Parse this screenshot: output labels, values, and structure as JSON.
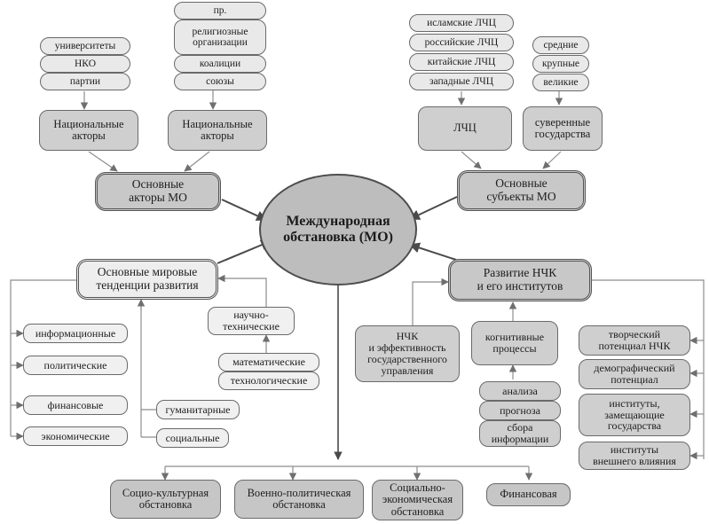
{
  "center": "Международная\nобстановка (МО)",
  "left_actors": {
    "ngo_items": [
      "университеты",
      "НКО",
      "партии"
    ],
    "box_a": "Национальные\nакторы",
    "org_items": [
      "пр.",
      "религиозные\nорганизации",
      "коалиции",
      "союзы"
    ],
    "box_b": "Национальные\nакторы",
    "main": "Основные\nакторы МО"
  },
  "right_subjects": {
    "lzc_items": [
      "исламские ЛЧЦ",
      "российские ЛЧЦ",
      "китайские ЛЧЦ",
      "западные ЛЧЦ"
    ],
    "lzc_box": "ЛЧЦ",
    "size_items": [
      "средние",
      "крупные",
      "великие"
    ],
    "sovereign_box": "суверенные\nгосударства",
    "main": "Основные\nсубъекты МО"
  },
  "trends": {
    "main": "Основные мировые\nтенденции развития",
    "left_items": [
      "информационные",
      "политические",
      "финансовые",
      "экономические"
    ],
    "scitech": "научно-\nтехнические",
    "scitech_items": [
      "математические",
      "технологические"
    ],
    "humanitarian": "гуманитарные",
    "social": "социальные"
  },
  "nck": {
    "main": "Развитие НЧК\nи его институтов",
    "efficiency": "НЧК\nи эффективность\nгосударственного\nуправления",
    "cognitive": "когнитивные\nпроцессы",
    "cognitive_items": [
      "анализа",
      "прогноза",
      "сбора\nинформации"
    ],
    "right_items": [
      "творческий\nпотенциал НЧК",
      "демографический\nпотенциал",
      "институты,\nзамещающие\nгосударства",
      "институты\nвнешнего влияния"
    ]
  },
  "outcomes": [
    "Социо-культурная\nобстановка",
    "Военно-политическая\nобстановка",
    "Социально-\nэкономическая\nобстановка",
    "Финансовая"
  ]
}
